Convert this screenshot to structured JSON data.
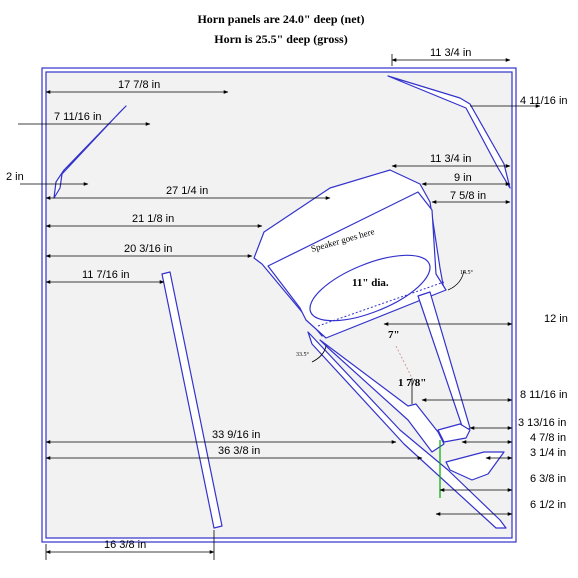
{
  "header": {
    "line1": "Horn panels are 24.0\" deep  (net)",
    "line2": "Horn is 25.5\" deep (gross)"
  },
  "labels": {
    "speaker": "Speaker goes here",
    "dia": "11\" dia.",
    "seven": "7\"",
    "one78": "1 7/8\"",
    "angle1": "14.5°",
    "angle2": "33.5°"
  },
  "dims": {
    "d_11_34_top": "11 3/4 in",
    "d_17_78": "17 7/8 in",
    "d_7_1116": "7 11/16 in",
    "d_4_1116": "4 11/16 in",
    "d_2": "2 in",
    "d_11_34_mid": "11 3/4 in",
    "d_9": "9 in",
    "d_7_58": "7 5/8 in",
    "d_27_14": "27 1/4 in",
    "d_21_18": "21 1/8 in",
    "d_20_316": "20 3/16 in",
    "d_11_716": "11 7/16 in",
    "d_12": "12 in",
    "d_8_1116": "8 11/16 in",
    "d_33_916": "33 9/16 in",
    "d_3_1316": "3 13/16 in",
    "d_4_78": "4 7/8 in",
    "d_36_38": "36 3/8 in",
    "d_3_14": "3 1/4 in",
    "d_6_38": "6 3/8 in",
    "d_6_12": "6 1/2 in",
    "d_16_38": "16 3/8 in"
  },
  "colors": {
    "panel": "#3333cc",
    "fill": "#f2f2f2",
    "accent": "#00aa00"
  }
}
